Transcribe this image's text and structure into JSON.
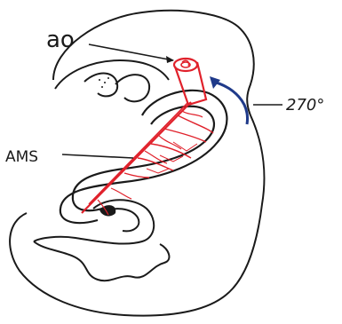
{
  "diagram": {
    "labels": {
      "ao": "ao",
      "ams": "AMS",
      "rotation": "270°"
    },
    "colors": {
      "outline": "#1a1a1a",
      "artery": "#e0212b",
      "arrow": "#1f3a8a",
      "background": "#ffffff"
    }
  }
}
